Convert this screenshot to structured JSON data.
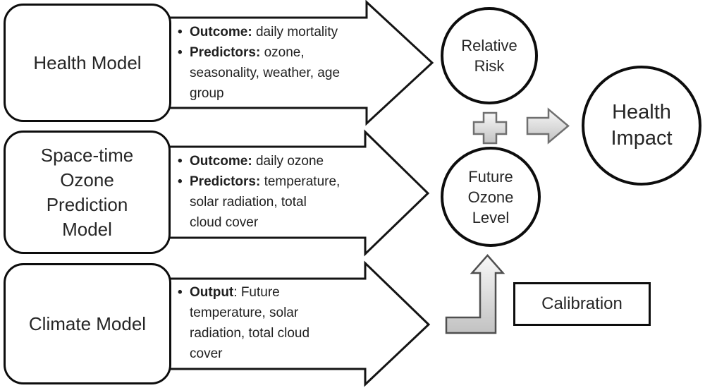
{
  "colors": {
    "background": "#ffffff",
    "outline": "#0d0d0d",
    "text": "#262626",
    "gray_shape_light": "#f8f8f8",
    "gray_shape_dark": "#c2c2c2",
    "gray_shape_border": "#6f6f6f"
  },
  "models": {
    "health": {
      "label": "Health Model"
    },
    "ozone": {
      "label": "Space-time\nOzone\nPrediction\nModel"
    },
    "climate": {
      "label": "Climate Model"
    }
  },
  "arrows": {
    "health": {
      "bullets": [
        {
          "label": "Outcome:",
          "text": " daily mortality"
        },
        {
          "label": "Predictors:",
          "text": " ozone,\nseasonality, weather, age\ngroup"
        }
      ]
    },
    "ozone": {
      "bullets": [
        {
          "label": "Outcome:",
          "text": " daily ozone"
        },
        {
          "label": "Predictors:",
          "text": " temperature,\nsolar radiation, total\ncloud cover"
        }
      ]
    },
    "climate": {
      "bullets": [
        {
          "label": "Output",
          "text": ": Future\ntemperature, solar\nradiation, total cloud\ncover"
        }
      ]
    }
  },
  "nodes": {
    "relative_risk": {
      "label": "Relative\nRisk"
    },
    "future_ozone": {
      "label": "Future\nOzone\nLevel"
    },
    "health_impact": {
      "label": "Health\nImpact"
    }
  },
  "calibration": {
    "label": "Calibration"
  }
}
